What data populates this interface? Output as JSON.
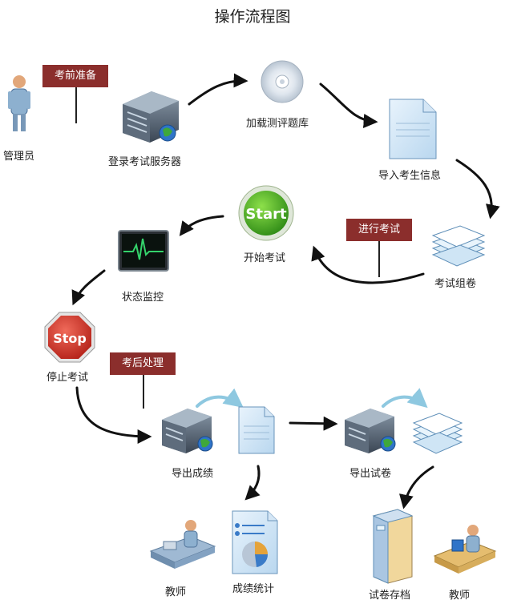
{
  "title": "操作流程图",
  "phases": {
    "prepare": "考前准备",
    "exam": "进行考试",
    "after": "考后处理"
  },
  "nodes": {
    "admin": "管理员",
    "login_server": "登录考试服务器",
    "load_bank": "加载测评题库",
    "import_info": "导入考生信息",
    "assemble": "考试组卷",
    "start_exam": "开始考试",
    "monitor": "状态监控",
    "stop_exam": "停止考试",
    "export_scores": "导出成绩",
    "export_papers": "导出试卷",
    "teacher_1": "教师",
    "score_stats": "成绩统计",
    "archive": "试卷存档",
    "teacher_2": "教师"
  },
  "icons": {
    "admin": "person-icon",
    "server": "server-icon",
    "disc": "cd-disc-icon",
    "document": "document-icon",
    "stack": "document-stack-icon",
    "start": "start-button-icon",
    "monitor": "heartbeat-monitor-icon",
    "stop": "stop-sign-icon",
    "chart_doc": "chart-document-icon",
    "teacher": "teacher-at-desk-icon",
    "archive": "archive-cabinet-icon"
  },
  "button_text": {
    "start": "Start",
    "stop": "Stop"
  },
  "colors": {
    "phase_label": "#8b2e2c",
    "arrow": "#111111",
    "curved_hint": "#8ec8e0"
  }
}
